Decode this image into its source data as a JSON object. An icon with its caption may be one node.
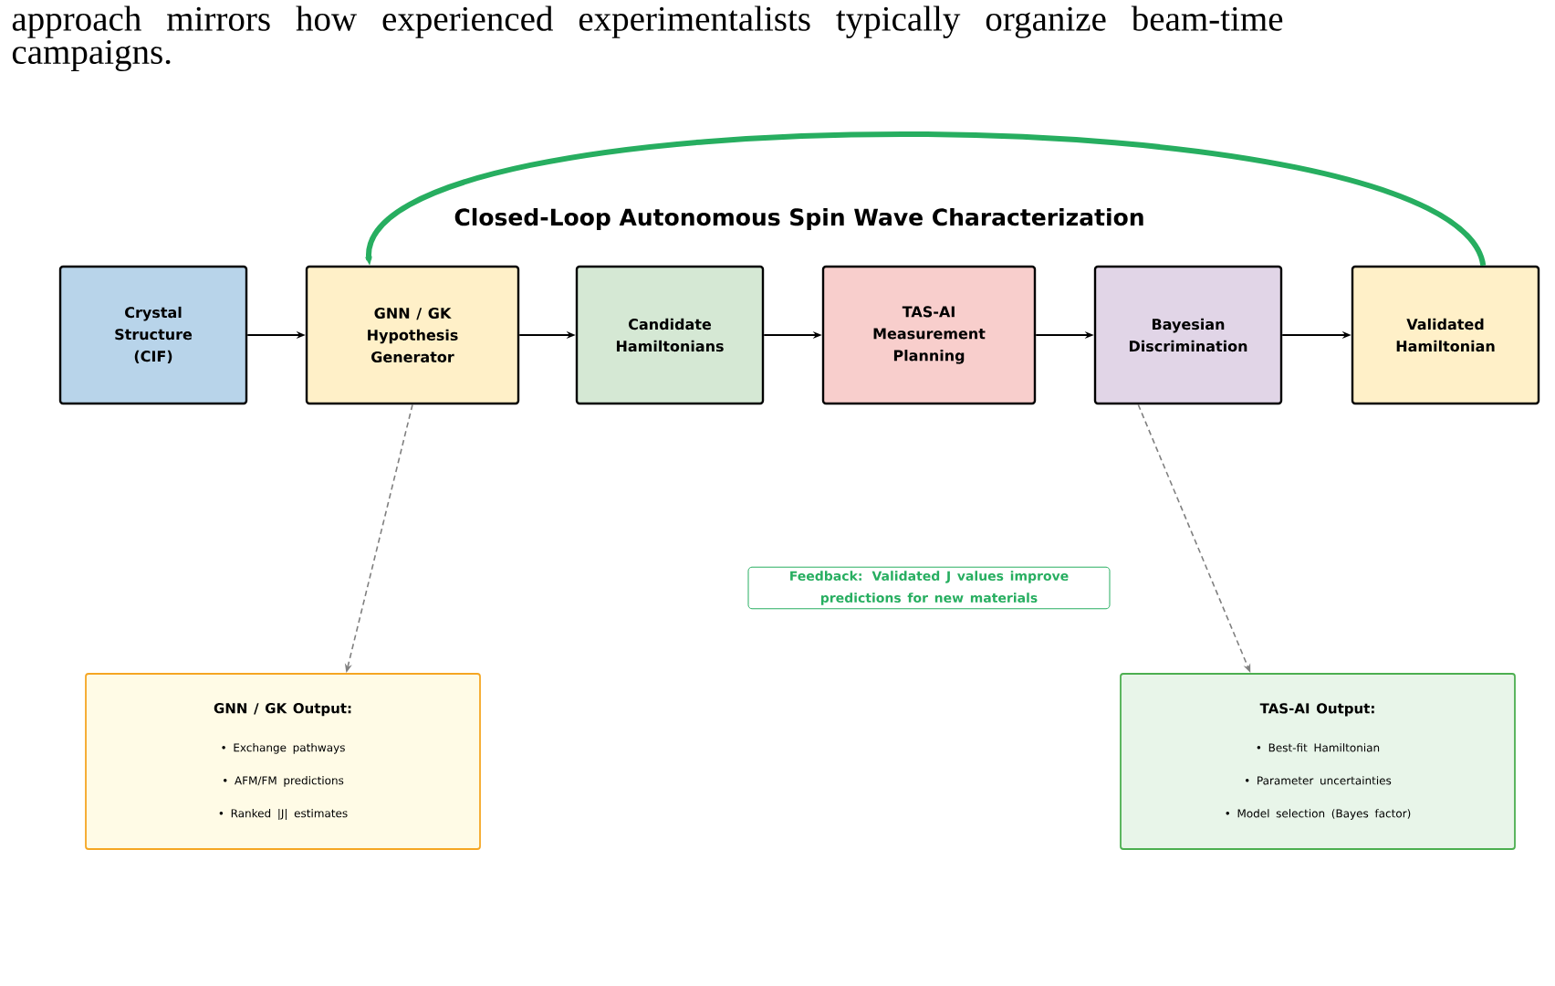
{
  "diagram": {
    "title": "Closed-Loop Autonomous Spin Wave Characterization",
    "nodes": [
      {
        "text": [
          "Crystal Structure (CIF)"
        ]
      },
      {
        "text": [
          "GNN / GK Hypothesis Generator"
        ]
      },
      {
        "text": [
          "Candidate Hamiltonians"
        ]
      },
      {
        "text": [
          "TAS-AI Measurement Planning"
        ]
      },
      {
        "text": [
          "Bayesian Discrimination"
        ]
      },
      {
        "text": [
          "Validated Hamiltonian"
        ]
      },
      {
        "text": [
          "GNN / GK Output:",
          "• Exchange pathways",
          "• AFM/FM predictions",
          "• Ranked |J| estimates"
        ]
      },
      {
        "text": [
          "TAS-AI Output:",
          "• Best-fit Hamiltonian",
          "• Parameter uncertainties",
          "• Model selection (Bayes factor)"
        ]
      }
    ],
    "edges": [
      {
        "from": 0,
        "to": 1,
        "arrow": "to"
      },
      {
        "from": 1,
        "to": 2,
        "arrow": "to"
      },
      {
        "from": 2,
        "to": 3,
        "arrow": "to"
      },
      {
        "from": 3,
        "to": 4,
        "arrow": "to"
      },
      {
        "from": 4,
        "to": 5,
        "arrow": "to"
      },
      {
        "from": 5,
        "to": 1,
        "arrow": "to",
        "style": "thick",
        "color": "#27ae60"
      },
      {
        "from": 1,
        "to": 6,
        "arrow": "to",
        "style": "dashed",
        "color": "#808080"
      },
      {
        "from": 4,
        "to": 7,
        "arrow": "to",
        "style": "dashed",
        "color": "#808080"
      }
    ],
    "labels": [
      "approach mirrors how experienced experimentalists typically organize beam-time campaigns.",
      "Feedback: Validated J values improve predictions for new materials"
    ]
  }
}
